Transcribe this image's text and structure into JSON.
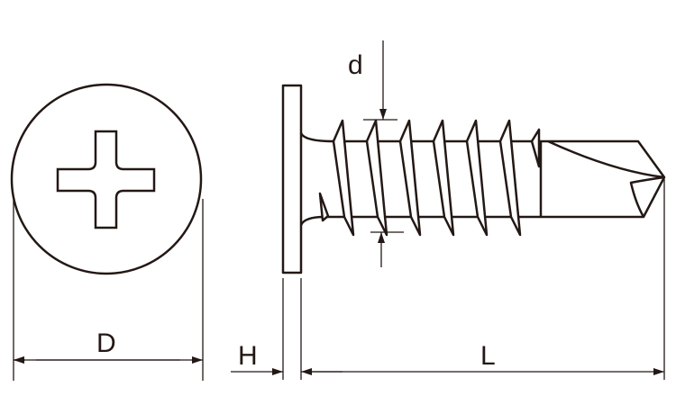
{
  "labels": {
    "head_diameter": "D",
    "head_height": "H",
    "length": "L",
    "thread_diameter": "d"
  },
  "colors": {
    "line": "#231815",
    "background": "#ffffff"
  }
}
